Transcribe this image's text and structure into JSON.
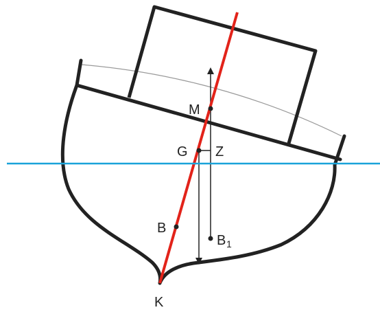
{
  "colors": {
    "hull": "#222222",
    "centerline": "#e2231a",
    "waterline": "#1aa3d9",
    "deck_line": "#999999",
    "vector": "#222222",
    "background": "#ffffff"
  },
  "labels": {
    "M": "M",
    "G": "G",
    "Z": "Z",
    "B": "B",
    "B1": "B",
    "B1_sub": "1",
    "K": "K"
  }
}
